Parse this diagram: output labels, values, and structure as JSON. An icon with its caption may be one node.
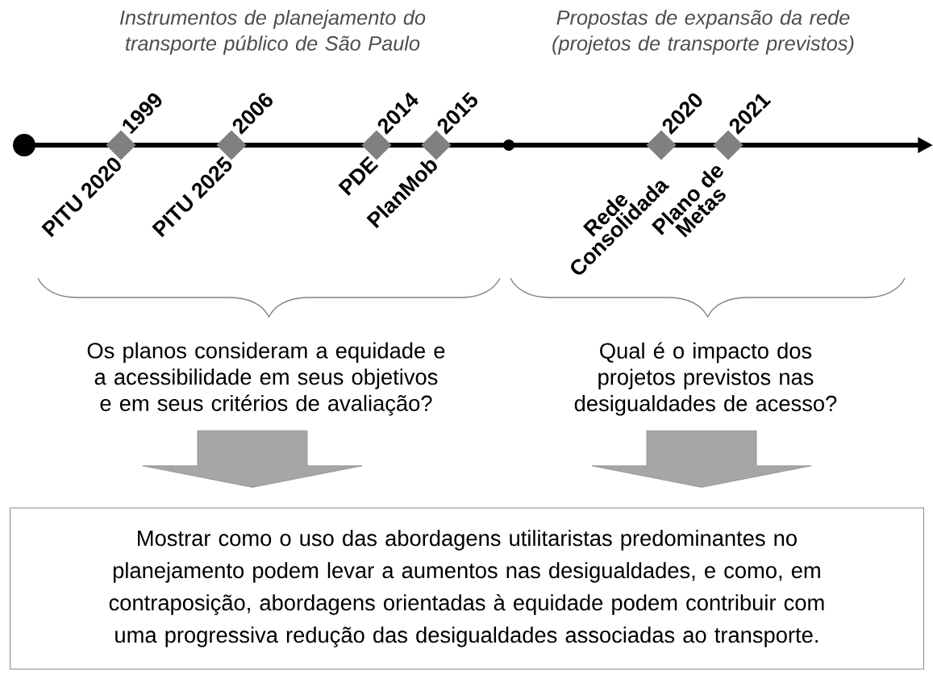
{
  "diagram": {
    "nodes": [
      {
        "text": [],
        "shape": "diamond",
        "beside": [
          "1999",
          "PITU 2020"
        ]
      },
      {
        "text": [],
        "shape": "diamond",
        "beside": [
          "2006",
          "PITU 2025"
        ]
      },
      {
        "text": [],
        "shape": "diamond",
        "beside": [
          "2014",
          "PDE"
        ]
      },
      {
        "text": [],
        "shape": "diamond",
        "beside": [
          "2015",
          "PlanMob"
        ]
      },
      {
        "text": [],
        "shape": "diamond",
        "beside": [
          "2020",
          "Rede Consolidada"
        ]
      },
      {
        "text": [],
        "shape": "diamond",
        "beside": [
          "2021",
          "Plano de Metas"
        ]
      },
      {
        "text": [
          "Os planos consideram a equidade e a acessibilidade em seus objetivos e em seus critérios de avaliação?"
        ]
      },
      {
        "text": [
          "Qual é o impacto dos projetos previstos nas desigualdades de acesso?"
        ]
      },
      {
        "text": [
          "Mostrar como o uso das abordagens utilitaristas predominantes no planejamento podem levar a aumentos nas desigualdades, e como, em contraposição, abordagens orientadas à equidade podem contribuir com uma progressiva redução das desigualdades associadas ao transporte."
        ]
      }
    ],
    "edges": [
      {
        "from": 6,
        "to": 8,
        "arrow": "to"
      },
      {
        "from": 7,
        "to": 8,
        "arrow": "to"
      }
    ],
    "labels": [
      "Instrumentos de planejamento do transporte público de São Paulo",
      "Propostas de expansão da rede (projetos de transporte previstos)"
    ]
  }
}
